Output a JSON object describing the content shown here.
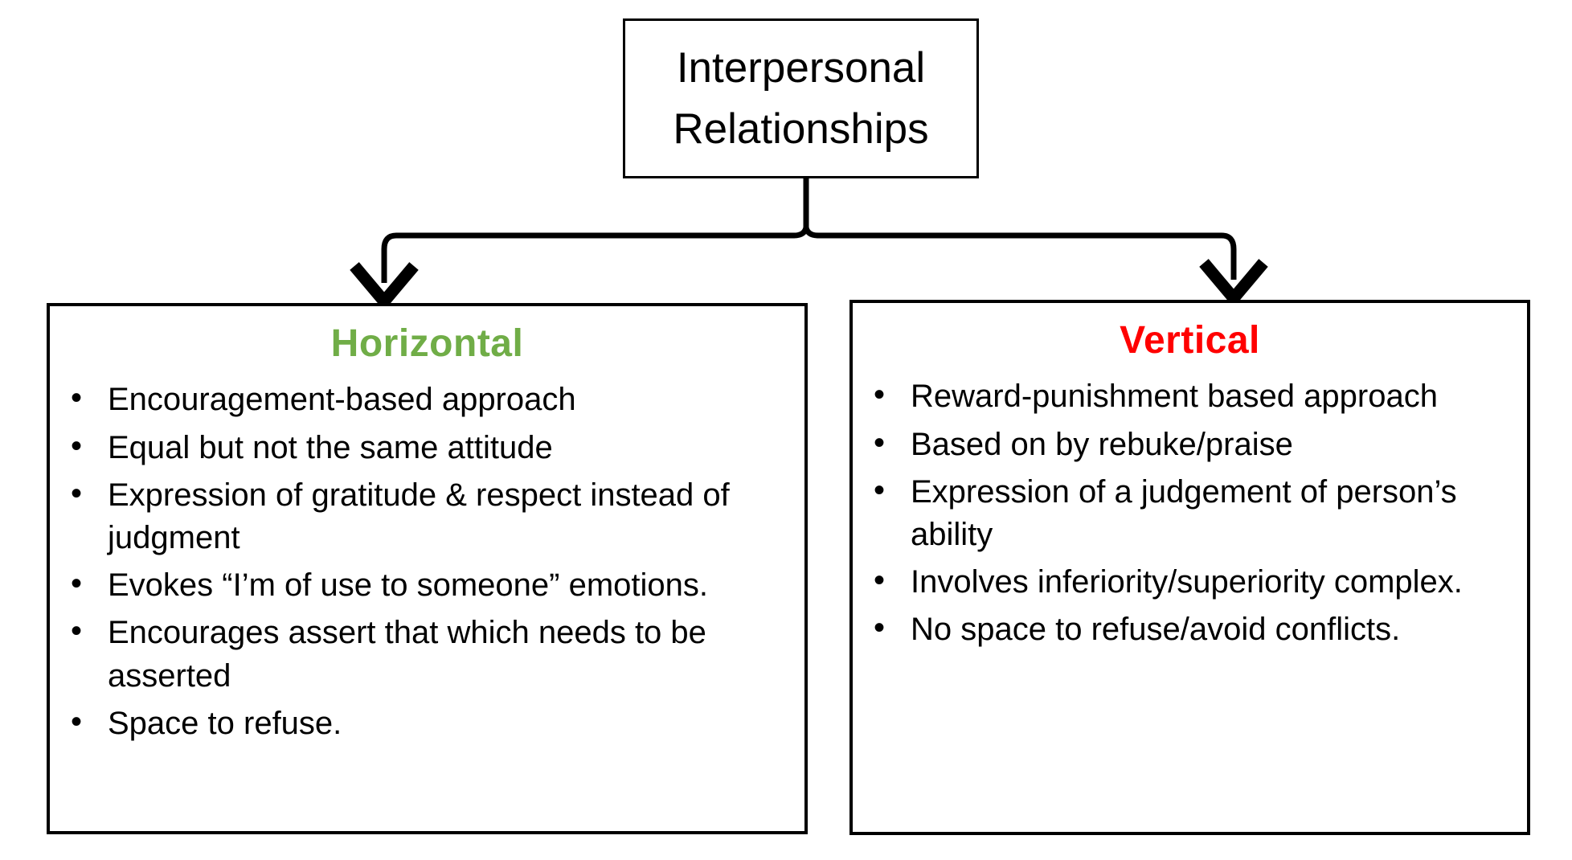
{
  "diagram": {
    "title_node": {
      "name": "Interpersonal Relationships",
      "line1": "Interpersonal",
      "line2": "Relationships"
    },
    "branches": [
      {
        "id": "horizontal",
        "heading": "Horizontal",
        "heading_color": "#70ad47",
        "bullets": [
          "Encouragement-based approach",
          "Equal but not the same attitude",
          "Expression of gratitude & respect instead of judgment",
          "Evokes “I’m of use to someone” emotions.",
          "Encourages assert that which needs to be asserted",
          "Space to refuse."
        ]
      },
      {
        "id": "vertical",
        "heading": "Vertical",
        "heading_color": "#ff0000",
        "bullets": [
          "Reward-punishment based approach",
          "Based on by rebuke/praise",
          "Expression of a judgement of person’s ability",
          "Involves inferiority/superiority complex.",
          "No space to refuse/avoid conflicts."
        ]
      }
    ],
    "connectors": {
      "style": "elbow-split-with-arrowheads",
      "stroke_color": "#000000",
      "left_arrow": "arrow-down-icon",
      "right_arrow": "arrow-down-icon"
    }
  }
}
